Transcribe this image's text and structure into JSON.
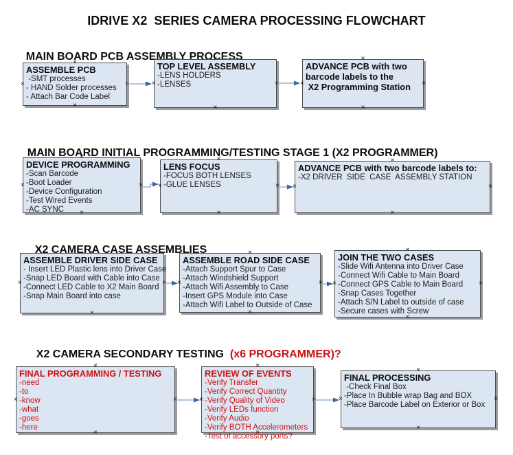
{
  "title": "IDRIVE X2  SERIES CAMERA PROCESSING FLOWCHART",
  "glyphs": {
    "anchor": "×"
  },
  "colors": {
    "box_fill": "#dce6f2",
    "box_border": "#4d4d4d",
    "box_shadow": "#9a9aa0",
    "connector_line": "#8aa2c2",
    "connector_arrow": "#3b63a8",
    "red_text": "#cc1111",
    "heading_text": "#0d0d0d"
  },
  "sections": [
    {
      "heading": "MAIN BOARD PCB ASSEMBLY PROCESS",
      "heading_red": "",
      "boxes": [
        {
          "title": "ASSEMBLE PCB",
          "items": [
            " -SMT processes",
            "- HAND Solder processes",
            "- Attach Bar Code Label"
          ]
        },
        {
          "title": "TOP LEVEL ASSEMBLY",
          "items": [
            "-LENS HOLDERS",
            "-LENSES"
          ]
        },
        {
          "title": "ADVANCE PCB with two barcode labels to the\n X2 Programming Station",
          "items": []
        }
      ]
    },
    {
      "heading": "MAIN BOARD INITIAL PROGRAMMING/TESTING STAGE 1 (X2 PROGRAMMER)",
      "heading_red": "",
      "boxes": [
        {
          "title": "DEVICE PROGRAMMING",
          "items": [
            "-Scan Barcode",
            "-Boot Loader",
            "-Device Configuration",
            "-Test Wired Events",
            "-AC SYNC"
          ]
        },
        {
          "title": "LENS FOCUS",
          "items": [
            "-FOCUS BOTH LENSES",
            "-GLUE LENSES"
          ]
        },
        {
          "title": "ADVANCE PCB with two barcode labels to:",
          "items": [
            "-X2 DRIVER  SIDE  CASE  ASSEMBLY STATION"
          ]
        }
      ]
    },
    {
      "heading": "X2 CAMERA CASE ASSEMBLIES",
      "heading_red": "",
      "boxes": [
        {
          "title": "ASSEMBLE DRIVER SIDE CASE",
          "items": [
            "- Insert LED Plastic lens into Driver Case",
            "-Snap LED Board with Cable into Case",
            "-Connect LED Cable to X2 Main Board",
            "-Snap Main Board into case"
          ]
        },
        {
          "title": "ASSEMBLE ROAD SIDE CASE",
          "items": [
            "-Attach Support Spur to Case",
            "-Attach Windshield Support",
            "-Attach Wifi Assembly to Case",
            "-Insert GPS Module into Case",
            "-Attach Wifi Label to Outside of Case"
          ]
        },
        {
          "title": "JOIN THE TWO CASES",
          "items": [
            "-Slide Wifi Antenna into Driver Case",
            "-Connect Wifi Cable to Main Board",
            "-Connect GPS Cable to Main Board",
            "-Snap Cases Together",
            "-Attach S/N Label to outside of case",
            "-Secure cases with Screw"
          ]
        }
      ]
    },
    {
      "heading": "X2 CAMERA SECONDARY TESTING",
      "heading_red": "  (x6 PROGRAMMER)?",
      "boxes": [
        {
          "title": "FINAL PROGRAMMING / TESTING",
          "red": true,
          "items": [
            "-need",
            "-to",
            "-know",
            "-what",
            "-goes",
            "-here"
          ]
        },
        {
          "title": "REVIEW OF EVENTS",
          "red": true,
          "items": [
            "-Verify Transfer",
            "-Verify Correct Quantity",
            "-Verify Quality of Video",
            "-Verify LEDs function",
            "-Verify Audio",
            "-Verify BOTH Accelerometers",
            "-Test of accessory ports?"
          ]
        },
        {
          "title": "FINAL PROCESSING",
          "items": [
            " -Check Final Box",
            "-Place In Bubble wrap Bag and BOX",
            "-Place Barcode Label on Exterior or Box"
          ]
        }
      ]
    }
  ]
}
